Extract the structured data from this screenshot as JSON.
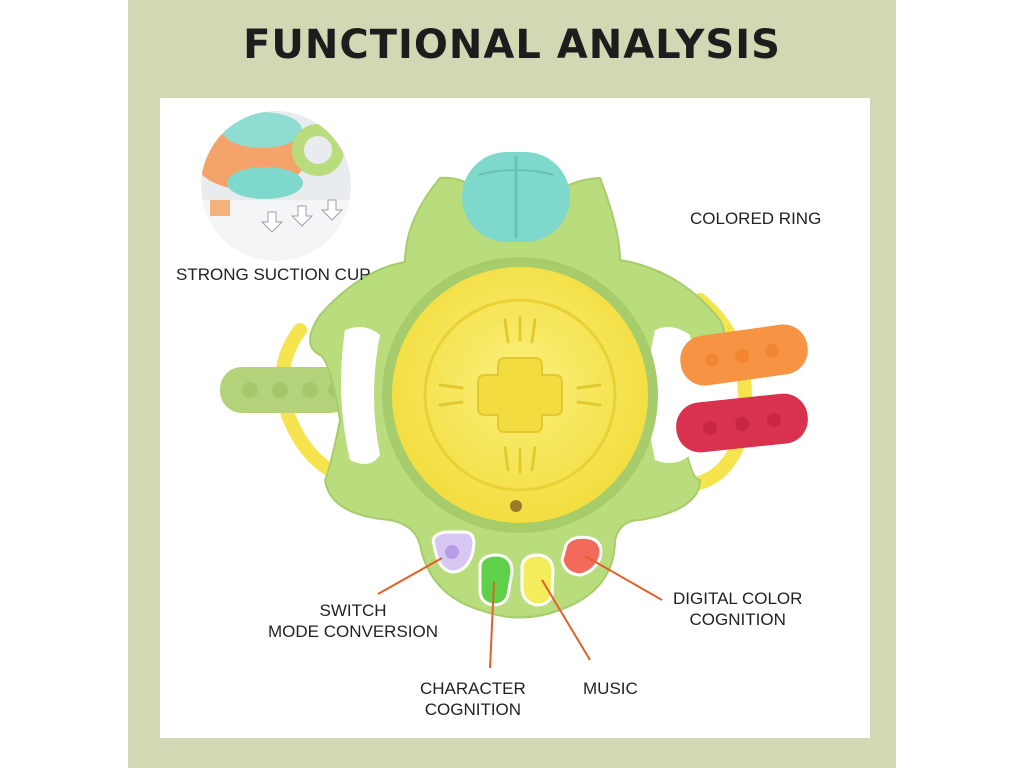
{
  "title": "FUNCTIONAL ANALYSIS",
  "labels": {
    "suction_cup": "STRONG SUCTION CUP",
    "colored_ring": "COLORED RING",
    "switch_line1": "SWITCH",
    "switch_line2": "MODE CONVERSION",
    "character_line1": "CHARACTER",
    "character_line2": "COGNITION",
    "music": "MUSIC",
    "digital_line1": "DIGITAL COLOR",
    "digital_line2": "COGNITION"
  },
  "colors": {
    "background_frame": "#d3d8b4",
    "toy_body": "#b9dc7d",
    "toy_center": "#f6e44e",
    "teal_button": "#7fd8cc",
    "orange_ring": "#f79443",
    "red_ring": "#d8324f",
    "leader_line": "#e0622a"
  }
}
